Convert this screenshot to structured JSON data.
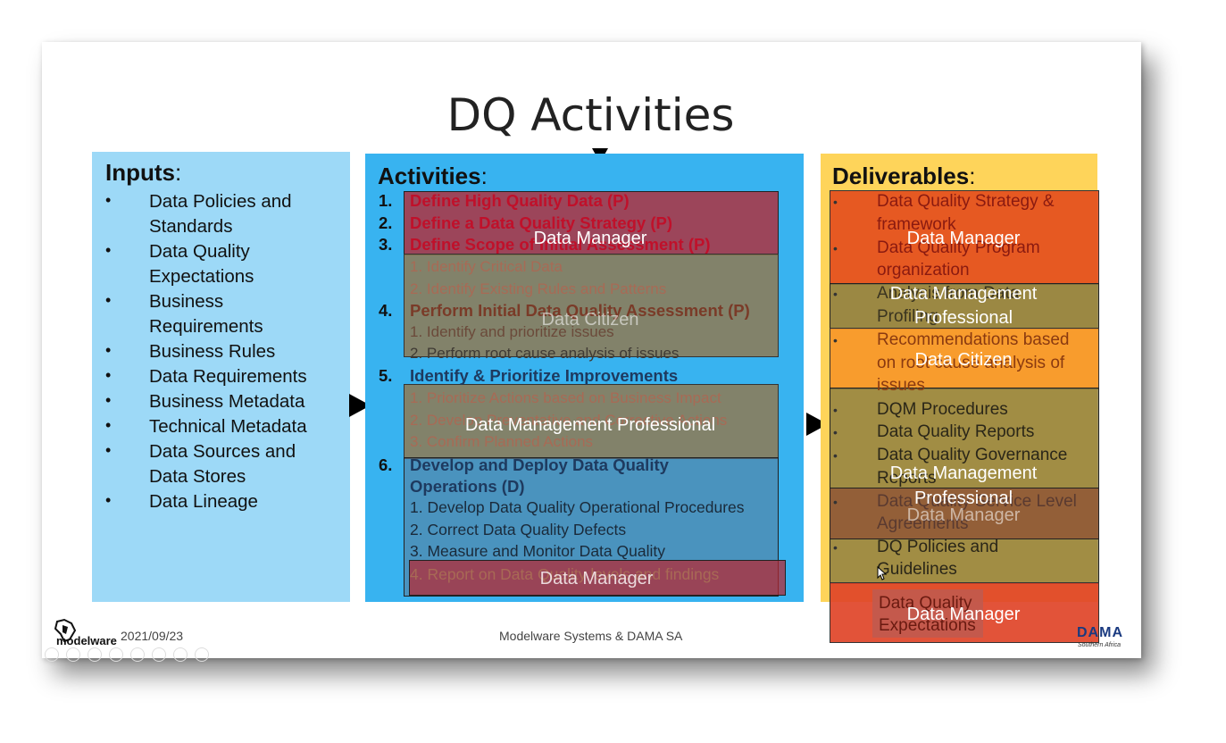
{
  "title": "DQ Activities",
  "inputs": {
    "heading": "Inputs",
    "items": [
      [
        "Data Policies and",
        "Standards"
      ],
      [
        "Data Quality",
        "Expectations"
      ],
      [
        "Business",
        "Requirements"
      ],
      [
        "Business Rules"
      ],
      [
        "Data Requirements"
      ],
      [
        "Business Metadata"
      ],
      [
        "Technical Metadata"
      ],
      [
        "Data Sources and",
        "Data Stores"
      ],
      [
        "Data Lineage"
      ]
    ]
  },
  "activities": {
    "heading": "Activities",
    "numbers": [
      "1.",
      "2.",
      "3.",
      "4.",
      "5.",
      "6."
    ],
    "lines": {
      "a1": "Define High Quality Data (P)",
      "a2": "Define a Data Quality Strategy (P)",
      "a3": "Define Scope of Initial Assessment (P)",
      "a3_1": "1. Identify Critical Data",
      "a3_2": "2. Identify Existing Rules and Patterns",
      "a4": "Perform Initial Data Quality Assessment (P)",
      "a4_1": "1. Identify and prioritize issues",
      "a4_2": "2. Perform root cause analysis of issues",
      "a5": "Identify & Prioritize Improvements",
      "a5_1": "1. Prioritize Actions based on Business Impact",
      "a5_2": "2. Develop Preventative and Corrective Actions",
      "a5_3": "3. Confirm Planned Actions",
      "a6a": "Develop and Deploy Data Quality",
      "a6b": "Operations (D)",
      "a6_1": "1. Develop Data Quality Operational Procedures",
      "a6_2": "2. Correct Data Quality Defects",
      "a6_3": "3. Measure and Monitor Data Quality",
      "a6_4": "4. Report on Data Quality levels and findings"
    }
  },
  "deliverables": {
    "heading": "Deliverables",
    "lines": {
      "d1a": "Data Quality Strategy &",
      "d1b": "framework",
      "d2a": "Data Quality Program",
      "d2b": "organization",
      "d3a": "Analysis from Data",
      "d3b": "Profiling",
      "d4a": "Recommendations based",
      "d4b": "on root cause analysis of",
      "d4c": "issues",
      "d5": "DQM Procedures",
      "d6": "Data Quality Reports",
      "d7a": "Data Quality Governance",
      "d7b": "Reports",
      "d8a": "Data Quality Service Level",
      "d8b": "Agreements",
      "d9a": "DQ Policies and",
      "d9b": "Guidelines",
      "d10a": "Data Quality",
      "d10b": "Expectations"
    }
  },
  "overlays": {
    "dm": "Data Manager",
    "dmp": "Data Management Professional",
    "dmp_a": "Data Management",
    "dmp_b": "Professional",
    "dc": "Data Citizen"
  },
  "footer": {
    "date": "2021/09/23",
    "center": "Modelware Systems & DAMA SA",
    "logo_left": "modelware",
    "logo_right": "DAMA",
    "logo_right_sub": "Southern Africa"
  },
  "colors": {
    "inputs_bg": "#9dd9f7",
    "activities_bg": "#38b3f0",
    "deliverables_bg": "#fed45a",
    "overlay_red": "#b8262f",
    "overlay_olive": "#8a7a3f",
    "overlay_orange": "#e2541c"
  }
}
